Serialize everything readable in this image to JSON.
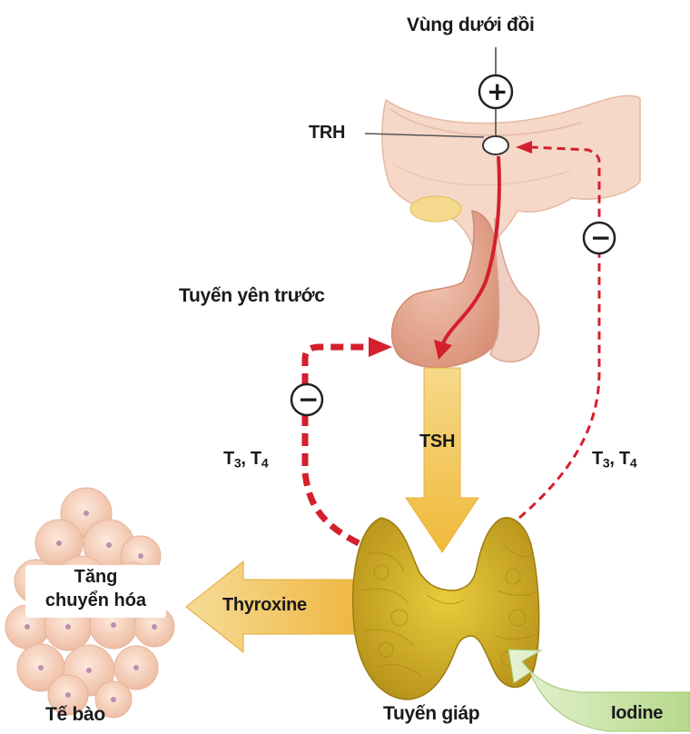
{
  "labels": {
    "hypothalamus": "Vùng dưới đồi",
    "trh": "TRH",
    "anterior_pituitary": "Tuyến yên trước",
    "tsh": "TSH",
    "thyroid": "Tuyến giáp",
    "thyroxine": "Thyroxine",
    "iodine": "Iodine",
    "cells": "Tế bào",
    "metabolism_line1": "Tăng",
    "metabolism_line2": "chuyển hóa",
    "t3_left": "T",
    "t3_left_sub": "3",
    "t4_left": ", T",
    "t4_left_sub": "4",
    "t3_right": "T",
    "t3_right_sub": "3",
    "t4_right": ", T",
    "t4_right_sub": "4"
  },
  "signs": {
    "plus": "+",
    "minus_left": "−",
    "minus_right": "−"
  },
  "colors": {
    "feedback_arrow": "#d41f2e",
    "tsh_arrow": "#f3c24a",
    "thyroxine_arrow": "#f2c25a",
    "iodine_arrow": "#c9e3a4",
    "thyroid": "#d4b21f",
    "pituitary": "#e7a891",
    "brain": "#f4d3c2",
    "cells": "#f7d6c3"
  }
}
